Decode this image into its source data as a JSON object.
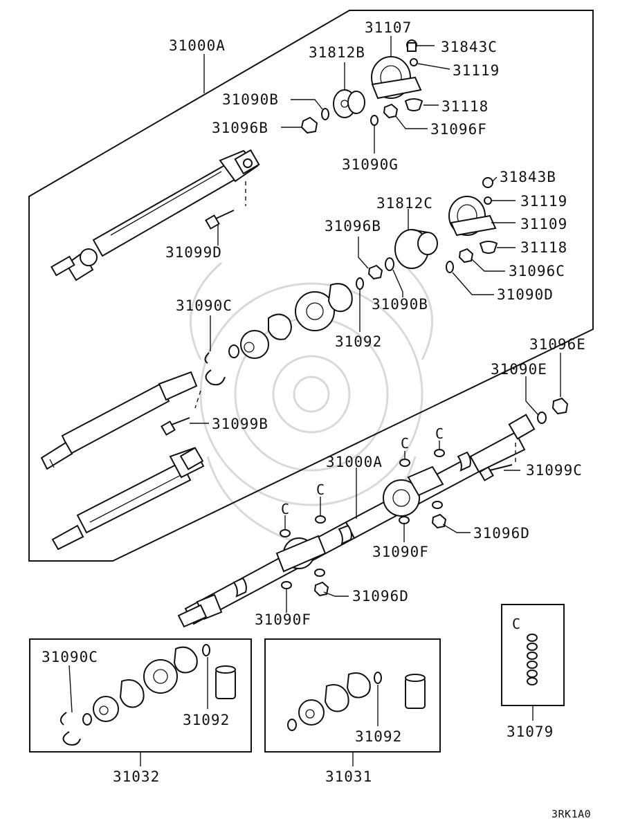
{
  "labels": {
    "assembly_top": "31000A",
    "assembly_bottom": "31000A",
    "p31107": "31107",
    "p31843C": "31843C",
    "p31812B": "31812B",
    "p31119_top": "31119",
    "p31090B_top": "31090B",
    "p31118_top": "31118",
    "p31096B_top": "31096B",
    "p31096F": "31096F",
    "p31090G": "31090G",
    "p31843B": "31843B",
    "p31812C": "31812C",
    "p31119_mid": "31119",
    "p31096B_mid": "31096B",
    "p31109": "31109",
    "p31118_mid": "31118",
    "p31099D": "31099D",
    "p31096C": "31096C",
    "p31090C_main": "31090C",
    "p31090B_mid": "31090B",
    "p31090D": "31090D",
    "p31092_main": "31092",
    "p31096E": "31096E",
    "p31090E": "31090E",
    "p31099B": "31099B",
    "c1": "C",
    "c2": "C",
    "c3": "C",
    "c4": "C",
    "p31099C": "31099C",
    "p31096D_a": "31096D",
    "p31090F_a": "31090F",
    "p31096D_b": "31096D",
    "p31090F_b": "31090F",
    "kit_c": "C",
    "p31090C_kit": "31090C",
    "p31092_kit1": "31092",
    "p31092_kit2": "31092",
    "p31032": "31032",
    "p31031": "31031",
    "p31079": "31079",
    "figure_code": "3RK1A0"
  }
}
